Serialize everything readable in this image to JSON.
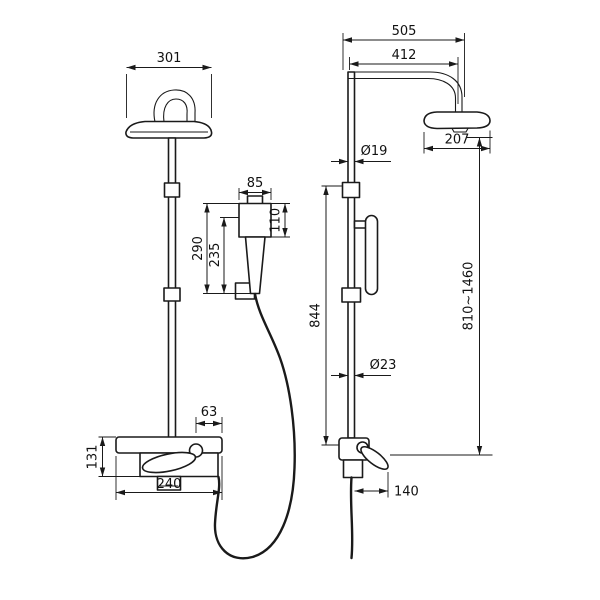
{
  "colors": {
    "line": "#1a1a1a",
    "background": "#ffffff"
  },
  "drawing": {
    "front_view": {
      "head_width": "301",
      "hand_shower_width": "85",
      "hand_shower_head_height": "110",
      "hand_shower_total_height": "290",
      "hand_shower_body_height": "235",
      "lever_offset": "63",
      "mixer_height": "131",
      "mixer_width": "240"
    },
    "side_view": {
      "overall_reach": "505",
      "arm_reach": "412",
      "riser_diameter": "Ø19",
      "head_depth": "207",
      "adjustable_height": "810~1460",
      "riser_height": "844",
      "lower_pipe_diameter": "Ø23",
      "mixer_depth": "140"
    }
  }
}
